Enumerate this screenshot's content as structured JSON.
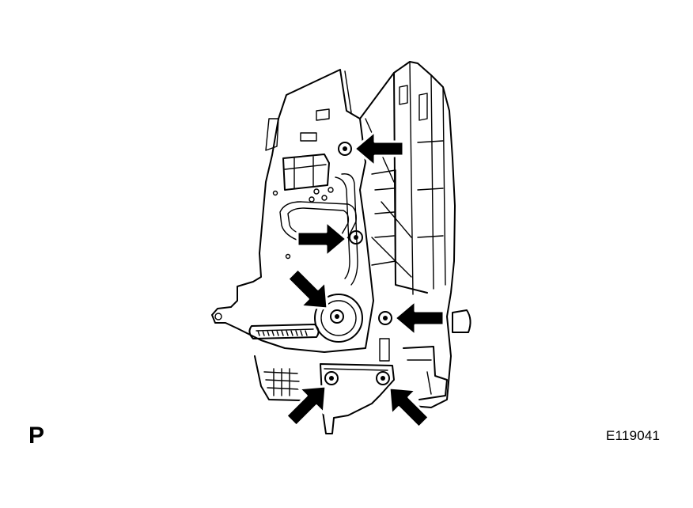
{
  "view_label": "P",
  "figure_code": "E119041",
  "callout_count": 6,
  "colors": {
    "line": "#000000",
    "background": "#ffffff",
    "arrow_fill": "#000000"
  },
  "arrow_icon": "bolt-location-arrow"
}
